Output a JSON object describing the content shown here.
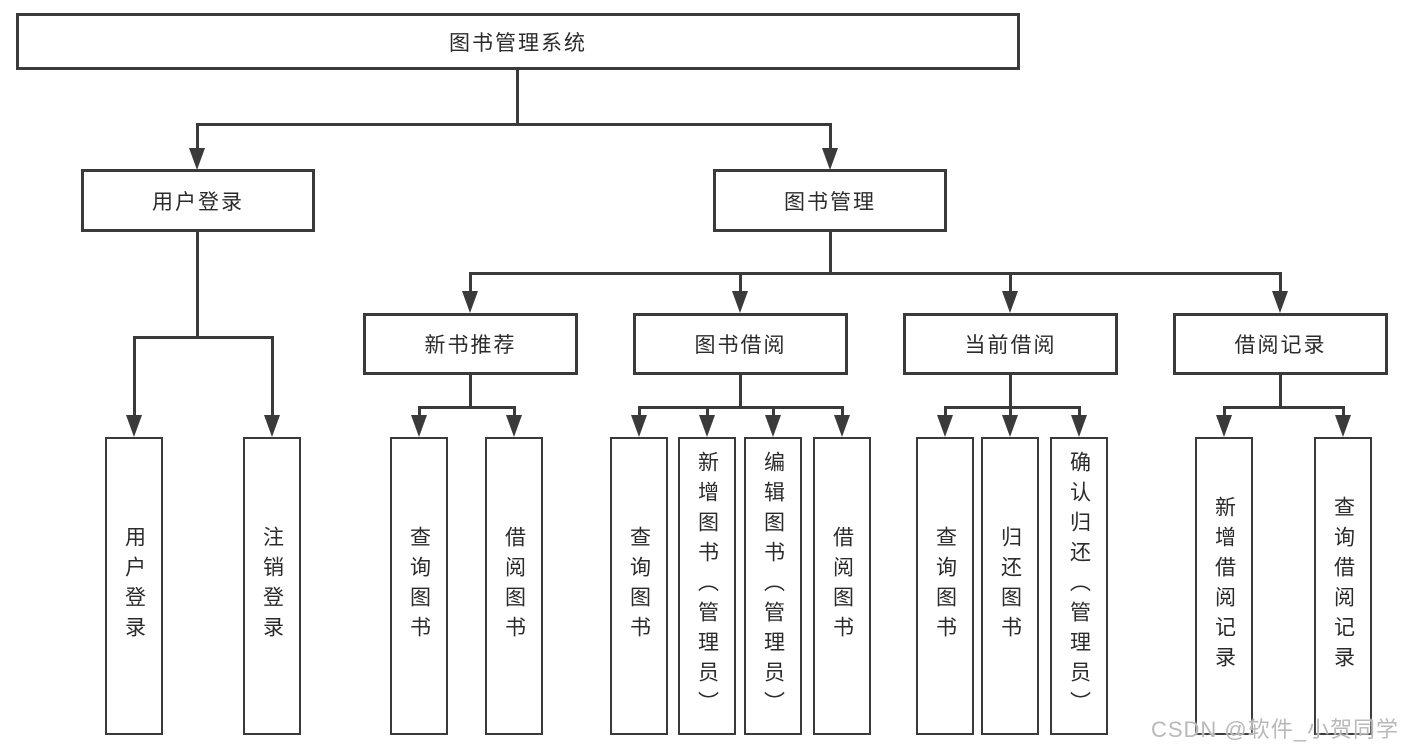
{
  "tree": {
    "label": "图书管理系统",
    "children": [
      {
        "label": "用户登录",
        "children": [
          {
            "label": "用户登录"
          },
          {
            "label": "注销登录"
          }
        ]
      },
      {
        "label": "图书管理",
        "children": [
          {
            "label": "新书推荐",
            "children": [
              {
                "label": "查询图书"
              },
              {
                "label": "借阅图书"
              }
            ]
          },
          {
            "label": "图书借阅",
            "children": [
              {
                "label": "查询图书"
              },
              {
                "label": "新增图书（管理员）"
              },
              {
                "label": "编辑图书（管理员）"
              },
              {
                "label": "借阅图书"
              }
            ]
          },
          {
            "label": "当前借阅",
            "children": [
              {
                "label": "查询图书"
              },
              {
                "label": "归还图书"
              },
              {
                "label": "确认归还（管理员）"
              }
            ]
          },
          {
            "label": "借阅记录",
            "children": [
              {
                "label": "新增借阅记录"
              },
              {
                "label": "查询借阅记录"
              }
            ]
          }
        ]
      }
    ]
  },
  "watermark": "CSDN @软件_小贺同学",
  "colors": {
    "line": "#3a3a3a",
    "text": "#2b2b2b",
    "background": "#ffffff",
    "watermark": "#b9b9b9"
  }
}
